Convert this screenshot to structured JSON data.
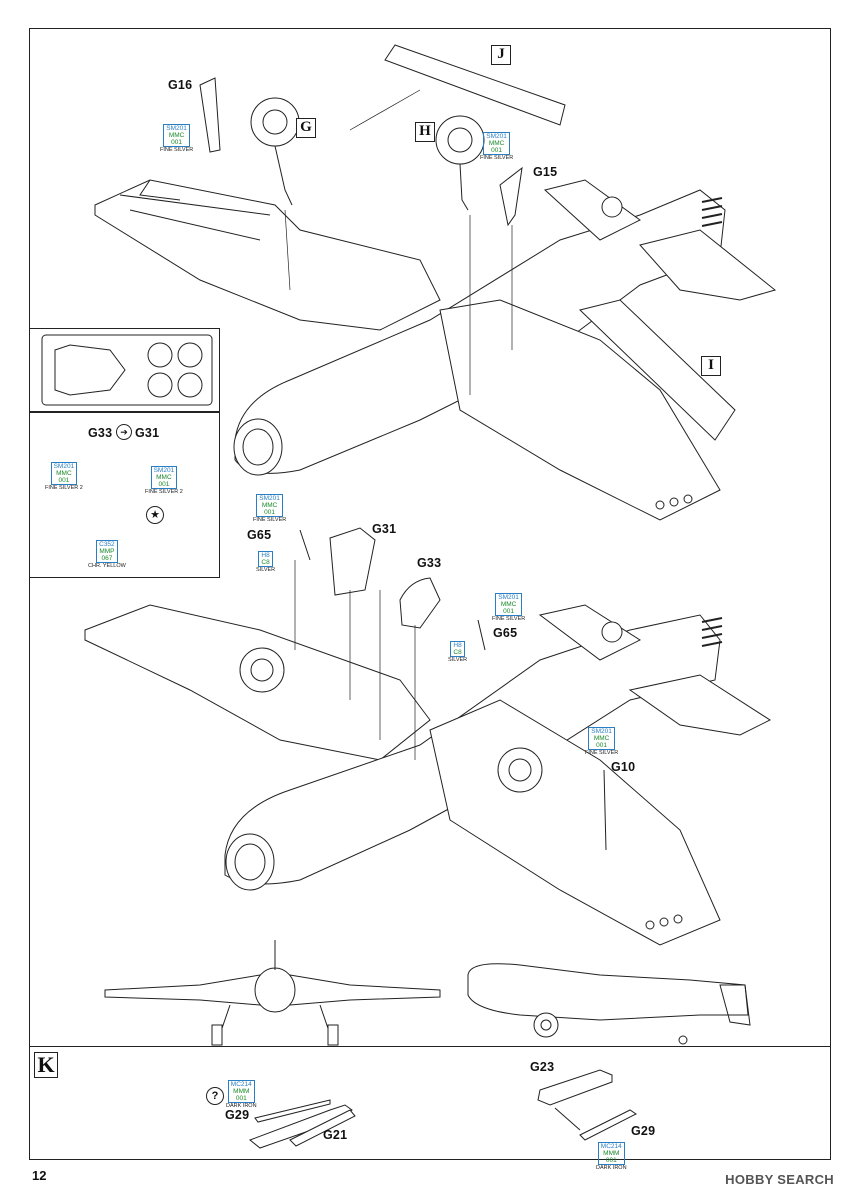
{
  "page_number": "12",
  "watermark": "HOBBY SEARCH",
  "section_labels": {
    "G": "G",
    "H": "H",
    "I": "I",
    "J": "J",
    "K": "K"
  },
  "parts": {
    "g16": "G16",
    "g15": "G15",
    "g31": "G31",
    "g33": "G33",
    "g33_g31": "G33",
    "g31_inset": "G31",
    "g65_a": "G65",
    "g65_b": "G65",
    "g10": "G10",
    "g23": "G23",
    "g29_a": "G29",
    "g29_b": "G29",
    "g21": "G21"
  },
  "paints": [
    {
      "code1": "SM201",
      "code2": "MMC",
      "code3": "001",
      "name": "FINE SILVER"
    },
    {
      "code1": "SM201",
      "code2": "MMC",
      "code3": "001",
      "name": "FINE SILVER"
    },
    {
      "code1": "SM201",
      "code2": "MMC",
      "code3": "001",
      "name": "FINE SILVER 2"
    },
    {
      "code1": "SM201",
      "code2": "MMC",
      "code3": "001",
      "name": "FINE SILVER 2"
    },
    {
      "code1": "C352",
      "code2": "MMP",
      "code3": "067",
      "name": "CHR. YELLOW"
    },
    {
      "code1": "SM201",
      "code2": "MMC",
      "code3": "001",
      "name": "FINE SILVER"
    },
    {
      "code1": "H8",
      "code2": "C8",
      "code3": "",
      "name": "SILVER"
    },
    {
      "code1": "SM201",
      "code2": "MMC",
      "code3": "001",
      "name": "FINE SILVER"
    },
    {
      "code1": "H8",
      "code2": "C8",
      "code3": "",
      "name": "SILVER"
    },
    {
      "code1": "SM201",
      "code2": "MMC",
      "code3": "001",
      "name": "FINE SILVER"
    },
    {
      "code1": "MC214",
      "code2": "MMM",
      "code3": "001",
      "name": "DARK IRON"
    },
    {
      "code1": "MC214",
      "code2": "MMM",
      "code3": "001",
      "name": "DARK IRON"
    }
  ],
  "info_symbol": "?"
}
